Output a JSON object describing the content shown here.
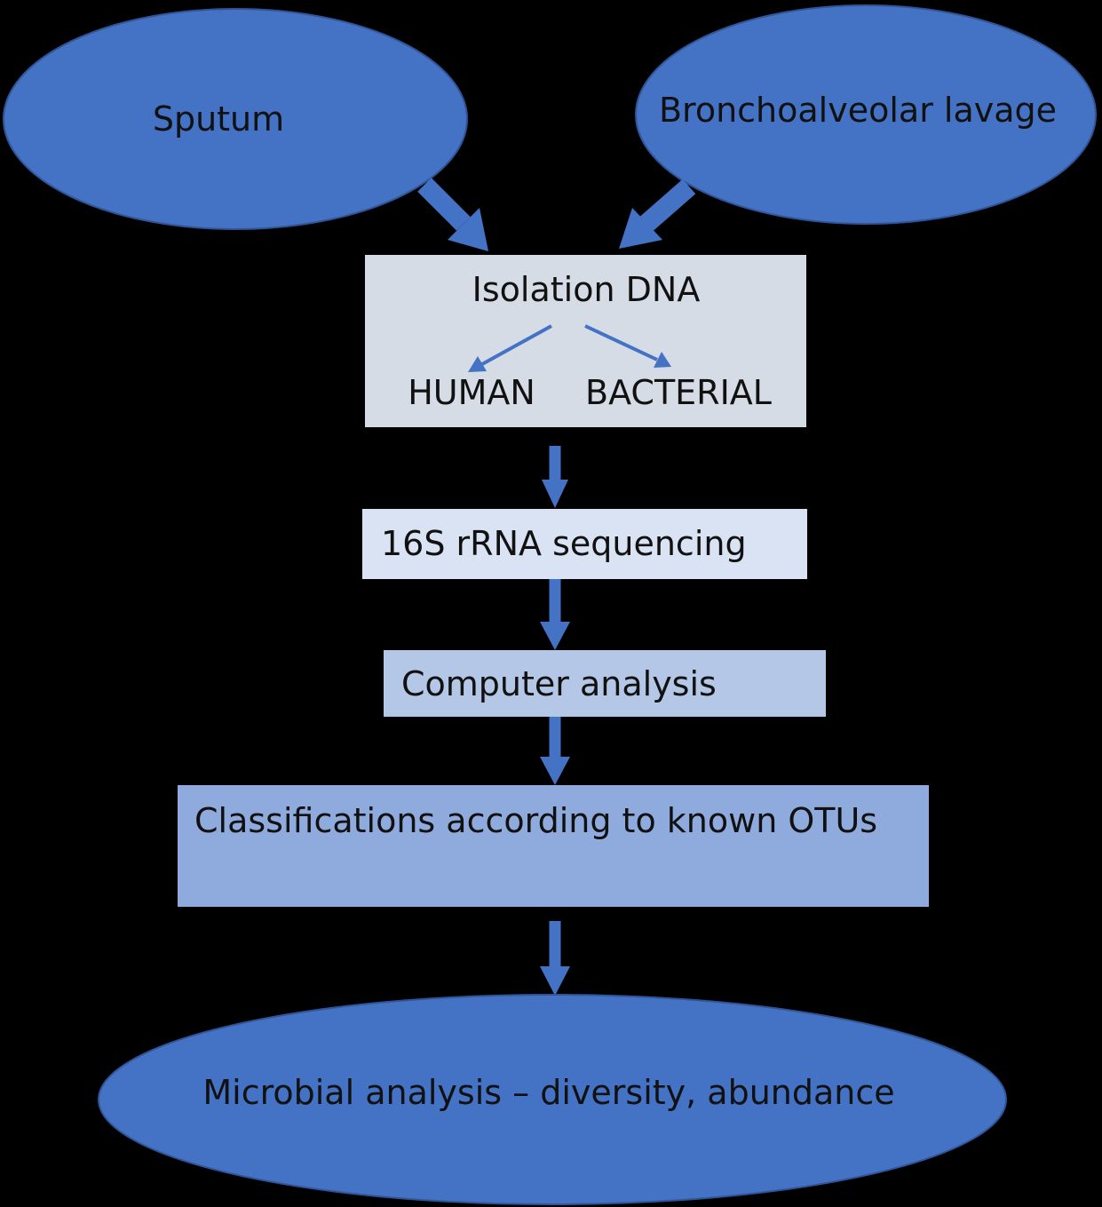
{
  "colors": {
    "background": "#000000",
    "ellipse_fill": "#4472c4",
    "ellipse_stroke": "#2f5597",
    "arrow": "#4472c4",
    "text": "#111111",
    "box_isolation": "#d6dce5",
    "box_sequencing": "#dae3f3",
    "box_analysis": "#b4c7e7",
    "box_classification": "#8faadc"
  },
  "nodes": {
    "sputum": {
      "label": "Sputum"
    },
    "bal": {
      "label": "Bronchoalveolar lavage"
    },
    "isolation": {
      "label": "Isolation DNA",
      "human": "HUMAN",
      "bacterial": "BACTERIAL"
    },
    "sequencing": {
      "label": "16S rRNA sequencing"
    },
    "computer": {
      "label": "Computer analysis"
    },
    "classification": {
      "label": "Classifications according to known OTUs"
    },
    "microbial": {
      "label": "Microbial analysis – diversity, abundance"
    }
  }
}
